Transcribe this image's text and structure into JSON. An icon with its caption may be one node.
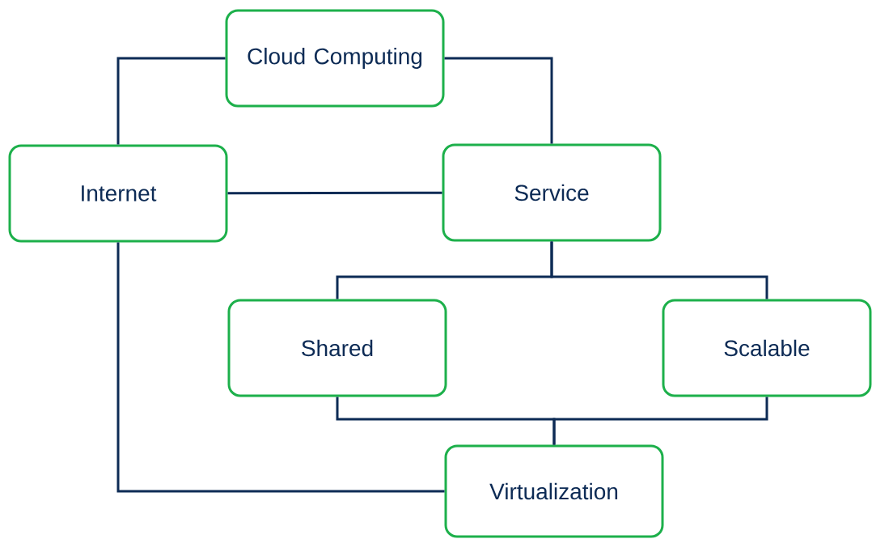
{
  "diagram": {
    "nodes": [
      {
        "text": [
          "Cloud Computing"
        ]
      },
      {
        "text": [
          "Internet"
        ]
      },
      {
        "text": [
          "Service"
        ]
      },
      {
        "text": [
          "Shared"
        ]
      },
      {
        "text": [
          "Scalable"
        ]
      },
      {
        "text": [
          "Virtualization"
        ]
      }
    ],
    "edges": [
      {
        "from": 0,
        "to": 1,
        "arrow": "none"
      },
      {
        "from": 0,
        "to": 2,
        "arrow": "none"
      },
      {
        "from": 1,
        "to": 2,
        "arrow": "none"
      },
      {
        "from": 2,
        "to": 3,
        "arrow": "none"
      },
      {
        "from": 2,
        "to": 4,
        "arrow": "none"
      },
      {
        "from": 3,
        "to": 5,
        "arrow": "none"
      },
      {
        "from": 4,
        "to": 5,
        "arrow": "none"
      },
      {
        "from": 1,
        "to": 5,
        "arrow": "none"
      }
    ]
  }
}
